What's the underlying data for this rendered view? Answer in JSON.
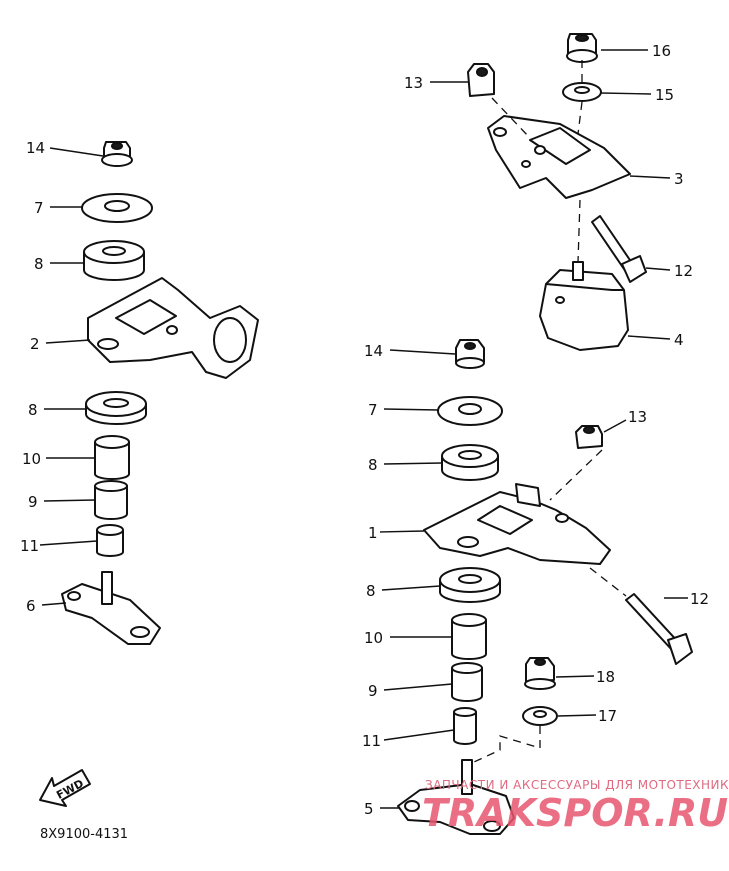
{
  "figure_code": "8X9100-4131",
  "fwd_label": "FWD",
  "watermark": {
    "tagline": "ЗАПЧАСТИ И АКСЕССУАРЫ ДЛЯ МОТОТЕХНИКИ",
    "logo": "TRAKSPOR.RU"
  },
  "callouts": {
    "left_14": "14",
    "left_7": "7",
    "left_8a": "8",
    "left_2": "2",
    "left_8b": "8",
    "left_10": "10",
    "left_9": "9",
    "left_11": "11",
    "left_6": "6",
    "right_16": "16",
    "right_15": "15",
    "right_13a": "13",
    "right_3": "3",
    "right_12a": "12",
    "right_4": "4",
    "right_14": "14",
    "right_7": "7",
    "right_13b": "13",
    "right_8a": "8",
    "right_1": "1",
    "right_12b": "12",
    "right_8b": "8",
    "right_10": "10",
    "right_18": "18",
    "right_9": "9",
    "right_17": "17",
    "right_11": "11",
    "right_5": "5"
  }
}
